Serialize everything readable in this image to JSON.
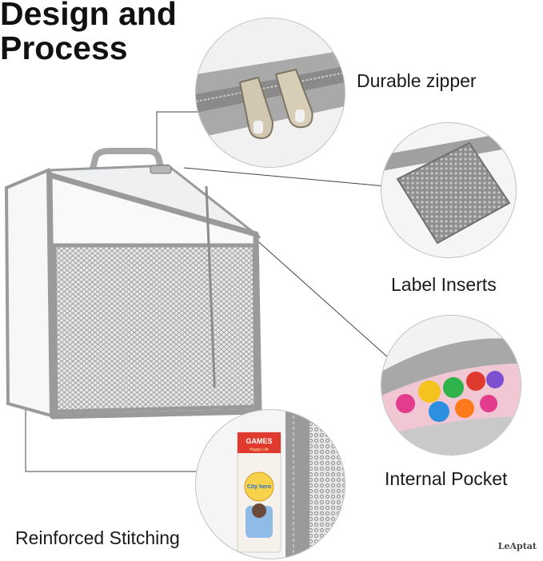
{
  "heading": {
    "line1": "Design and",
    "line2": "Process"
  },
  "features": {
    "zipper": "Durable zipper",
    "label_inserts": "Label Inserts",
    "internal_pocket": "Internal Pocket",
    "stitching": "Reinforced Stitching"
  },
  "card": {
    "brand": "GAMES",
    "sub": "Happy Life",
    "hero": "City hero"
  },
  "watermark": "LeAptat",
  "colors": {
    "trim": "#9a9a9a",
    "mesh": "#bfbfbf",
    "line": "#444444",
    "accent": "#e03a2f"
  }
}
